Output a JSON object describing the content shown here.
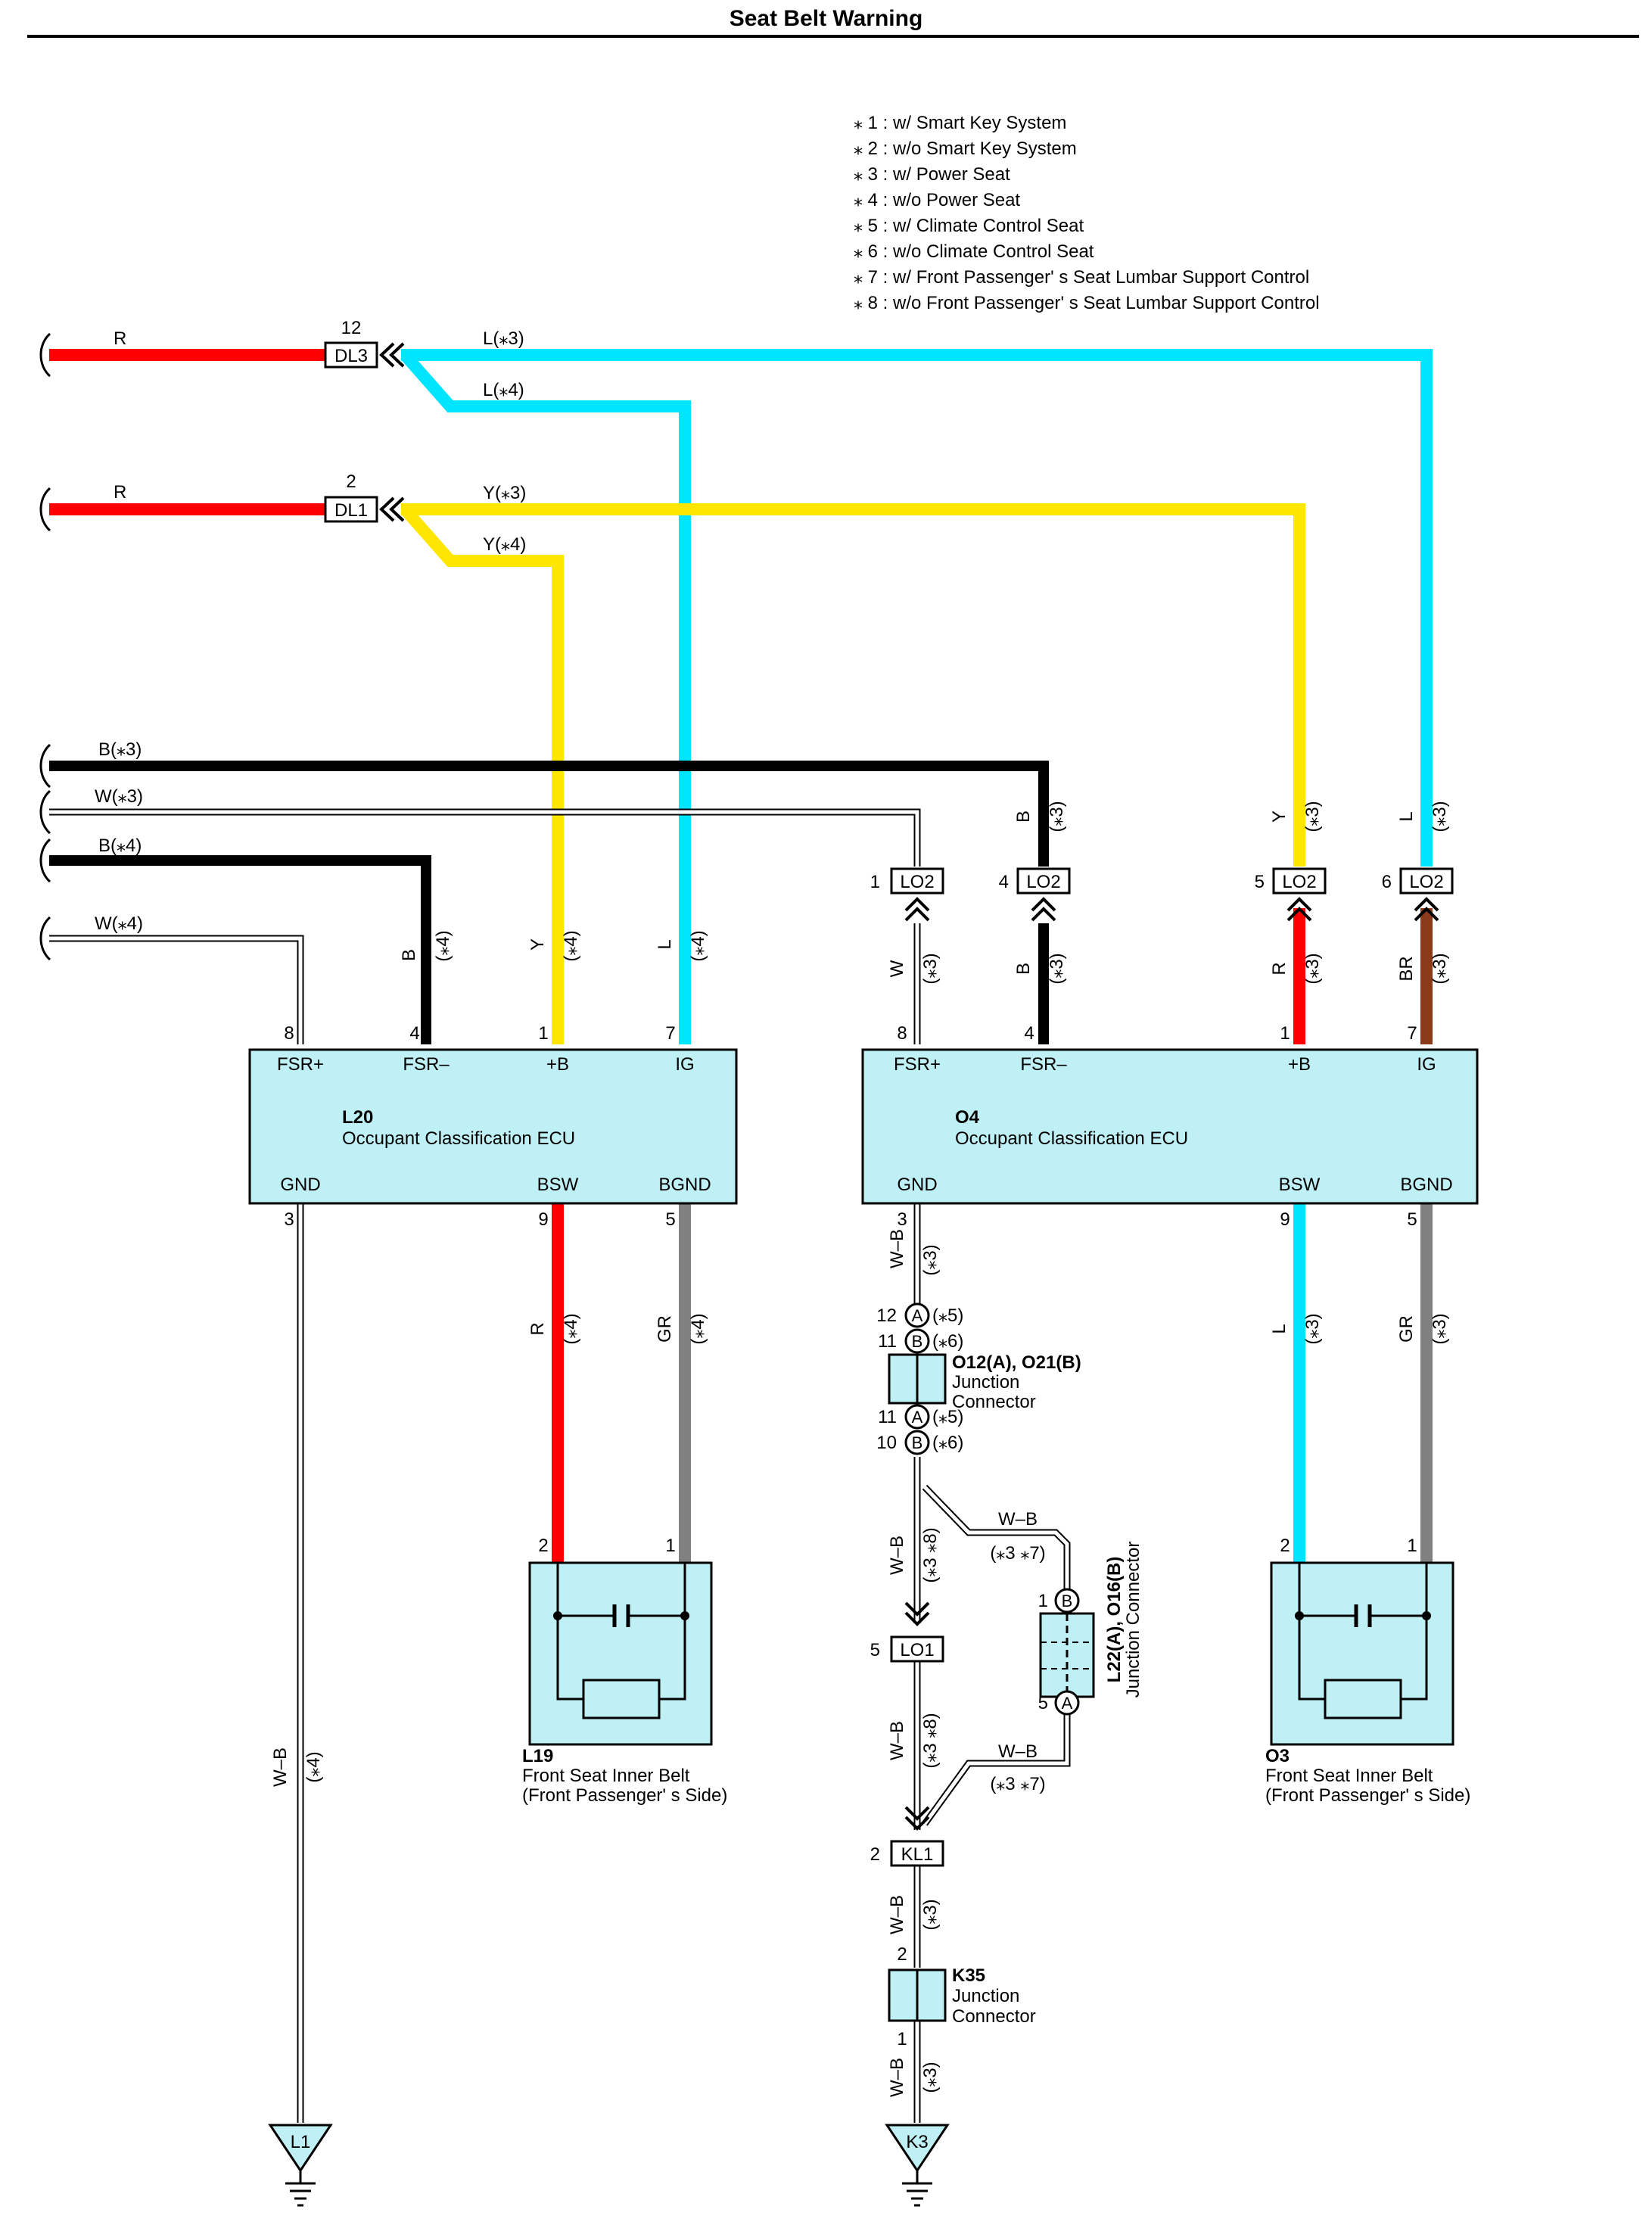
{
  "title": "Seat Belt Warning",
  "notes": [
    "⁎ 1 : w/ Smart Key System",
    "⁎ 2 : w/o Smart Key System",
    "⁎ 3 : w/ Power Seat",
    "⁎ 4 : w/o Power Seat",
    "⁎ 5 : w/ Climate Control Seat",
    "⁎ 6 : w/o Climate Control Seat",
    "⁎ 7 : w/ Front Passenger' s Seat Lumbar Support Control",
    "⁎ 8 : w/o Front Passenger' s Seat Lumbar Support Control"
  ],
  "colors": {
    "red": "#ff0000",
    "cyan": "#00e5ff",
    "yellow": "#ffe600",
    "black": "#000000",
    "gray": "#808080",
    "brown": "#8b3a1a",
    "ecu_fill": "#bff0f5"
  },
  "connectors": {
    "dl3": {
      "name": "DL3",
      "pin": "12"
    },
    "dl1": {
      "name": "DL1",
      "pin": "2"
    },
    "lo2_1": {
      "name": "LO2",
      "pin": "1"
    },
    "lo2_4": {
      "name": "LO2",
      "pin": "4"
    },
    "lo2_5": {
      "name": "LO2",
      "pin": "5"
    },
    "lo2_6": {
      "name": "LO2",
      "pin": "6"
    },
    "lo1": {
      "name": "LO1",
      "pin": "5"
    },
    "kl1": {
      "name": "KL1",
      "pin": "2"
    }
  },
  "wire_labels": {
    "r1": "R",
    "r2": "R",
    "l3": "L(⁎3)",
    "l4": "L(⁎4)",
    "y3": "Y(⁎3)",
    "y4": "Y(⁎4)",
    "b3": "B(⁎3)",
    "w3": "W(⁎3)",
    "b4": "B(⁎4)",
    "w4": "W(⁎4)"
  },
  "ecu_l20": {
    "id": "L20",
    "name": "Occupant Classification ECU",
    "pins_top": [
      "FSR+",
      "FSR–",
      "+B",
      "IG"
    ],
    "pin_nums_top": [
      "8",
      "4",
      "1",
      "7"
    ],
    "pins_bottom": [
      "GND",
      "BSW",
      "BGND"
    ],
    "pin_nums_bottom": [
      "3",
      "9",
      "5"
    ]
  },
  "ecu_o4": {
    "id": "O4",
    "name": "Occupant Classification ECU",
    "pins_top": [
      "FSR+",
      "FSR–",
      "+B",
      "IG"
    ],
    "pin_nums_top": [
      "8",
      "4",
      "1",
      "7"
    ],
    "pins_bottom": [
      "GND",
      "BSW",
      "BGND"
    ],
    "pin_nums_bottom": [
      "3",
      "9",
      "5"
    ]
  },
  "vlabels": {
    "l20_b": "B",
    "l20_b_n": "(⁎4)",
    "l20_y": "Y",
    "l20_y_n": "(⁎4)",
    "l20_l": "L",
    "l20_l_n": "(⁎4)",
    "o4_b_top": "B",
    "o4_b_top_n": "(⁎3)",
    "o4_y_top": "Y",
    "o4_y_top_n": "(⁎3)",
    "o4_l_top": "L",
    "o4_l_top_n": "(⁎3)",
    "o4_w": "W",
    "o4_w_n": "(⁎3)",
    "o4_b": "B",
    "o4_b_n": "(⁎3)",
    "o4_r": "R",
    "o4_r_n": "(⁎3)",
    "o4_br": "BR",
    "o4_br_n": "(⁎3)",
    "l20_r": "R",
    "l20_r_n": "(⁎4)",
    "l20_gr": "GR",
    "l20_gr_n": "(⁎4)",
    "o4_l": "L",
    "o4_l_n": "(⁎3)",
    "o4_gr": "GR",
    "o4_gr_n": "(⁎3)",
    "l20_wb": "W–B",
    "l20_wb_n": "(⁎4)",
    "gnd_wb1": "W–B",
    "gnd_wb1_n": "(⁎3)",
    "gnd_wb2": "W–B",
    "gnd_wb2_n": "(⁎3 ⁎8)",
    "gnd_wb3": "W–B",
    "gnd_wb3_n": "(⁎3 ⁎8)",
    "gnd_wb4": "W–B",
    "gnd_wb4_n": "(⁎3)",
    "gnd_wb5": "W–B",
    "gnd_wb5_n": "(⁎3)",
    "by_wb1": "W–B",
    "by_wb1_n": "(⁎3 ⁎7)",
    "by_wb2": "W–B",
    "by_wb2_n": "(⁎3 ⁎7)"
  },
  "junction_o12": {
    "title": "O12(A), O21(B)",
    "line1": "Junction",
    "line2": "Connector",
    "pins": [
      "12",
      "11",
      "11",
      "10"
    ],
    "letters": [
      "A",
      "B",
      "A",
      "B"
    ],
    "notes": [
      "(⁎5)",
      "(⁎6)",
      "(⁎5)",
      "(⁎6)"
    ]
  },
  "junction_l22": {
    "title": "L22(A), O16(B)",
    "subtitle": "Junction Connector",
    "pin_b": "1",
    "letter_b": "B",
    "pin_a": "5",
    "letter_a": "A"
  },
  "junction_k35": {
    "title": "K35",
    "line1": "Junction",
    "line2": "Connector",
    "pin_top": "2",
    "pin_bottom": "1"
  },
  "belt_l19": {
    "id": "L19",
    "line1": "Front Seat Inner Belt",
    "line2": "(Front Passenger' s Side)",
    "pin_left": "2",
    "pin_right": "1"
  },
  "belt_o3": {
    "id": "O3",
    "line1": "Front Seat Inner Belt",
    "line2": "(Front Passenger' s Side)",
    "pin_left": "2",
    "pin_right": "1"
  },
  "grounds": {
    "l1": "L1",
    "k3": "K3"
  }
}
